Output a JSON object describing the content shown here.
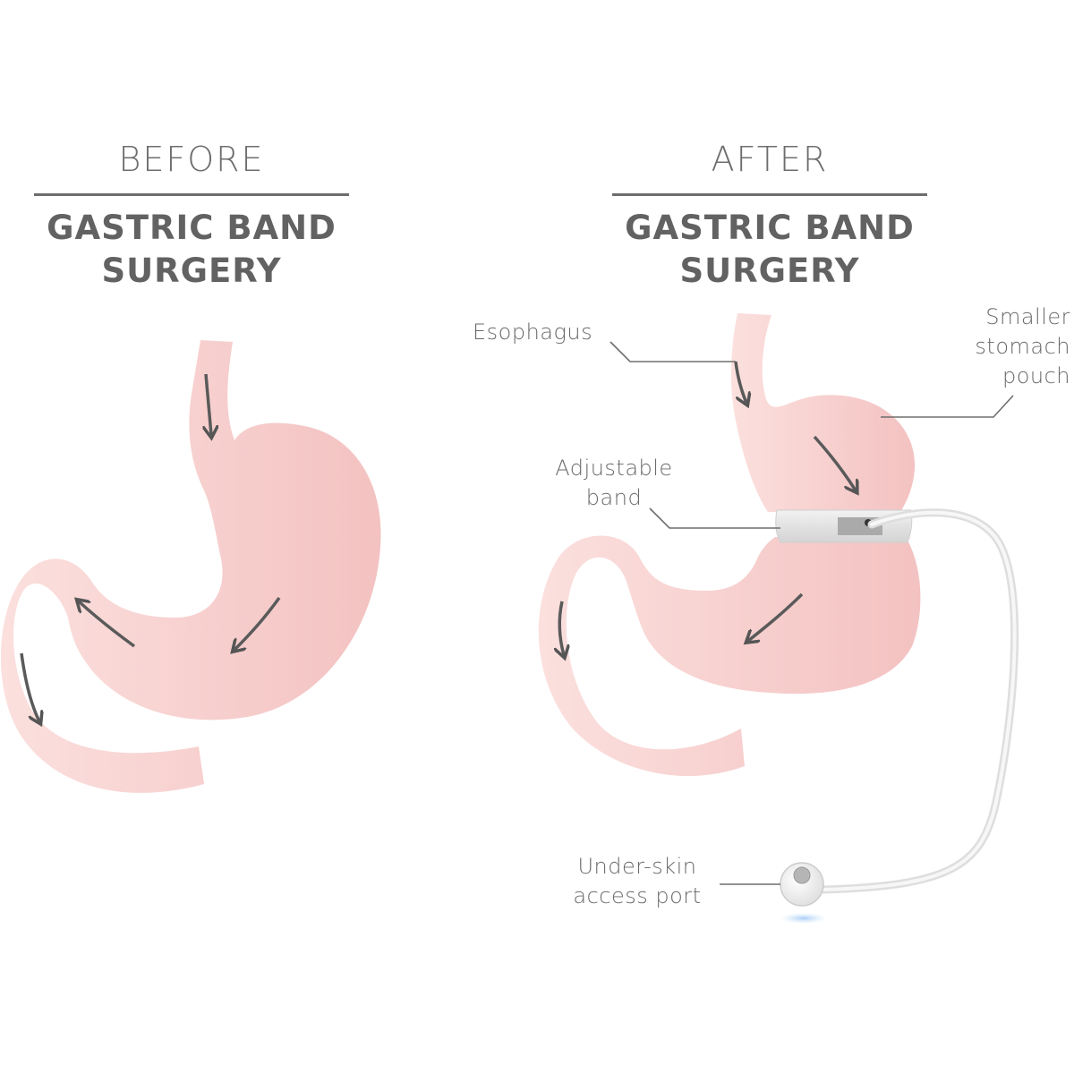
{
  "before": {
    "heading": "BEFORE",
    "subtitle_lines": [
      "GASTRIC BAND",
      "SURGERY"
    ]
  },
  "after": {
    "heading": "AFTER",
    "subtitle_lines": [
      "GASTRIC BAND",
      "SURGERY"
    ]
  },
  "labels": {
    "esophagus": "Esophagus",
    "pouch_lines": [
      "Smaller",
      "stomach",
      "pouch"
    ],
    "band_lines": [
      "Adjustable",
      "band"
    ],
    "port_lines": [
      "Under-skin",
      "access port"
    ]
  },
  "colors": {
    "stomach_fill": "#f6c9c7",
    "stomach_fill_light": "#fbdedc",
    "arrow": "#555555",
    "band": "#e4e4e4",
    "tube": "#eeeeee",
    "leader_line": "#707070",
    "text": "#646464"
  }
}
